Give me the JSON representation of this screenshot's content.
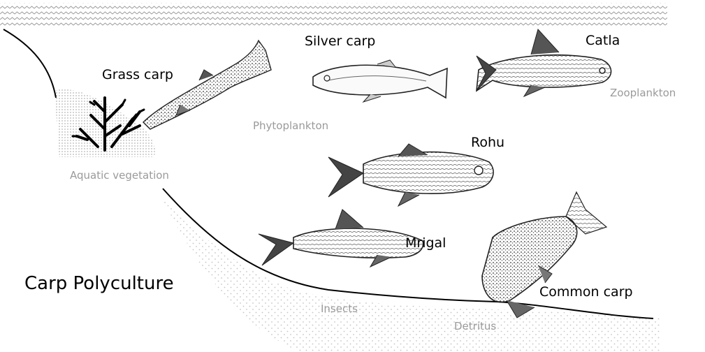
{
  "title": "Carp Polyculture",
  "fish": {
    "grass_carp": "Grass carp",
    "silver_carp": "Silver carp",
    "catla": "Catla",
    "rohu": "Rohu",
    "mrigal": "Mrigal",
    "common_carp": "Common carp"
  },
  "food": {
    "aquatic_vegetation": "Aquatic vegetation",
    "phytoplankton": "Phytoplankton",
    "zooplankton": "Zooplankton",
    "insects": "Insects",
    "detritus": "Detritus"
  },
  "colors": {
    "label_primary": "#000000",
    "label_food": "#9a9a9a",
    "water_surface": "#999999",
    "pond_bank": "#000000"
  }
}
